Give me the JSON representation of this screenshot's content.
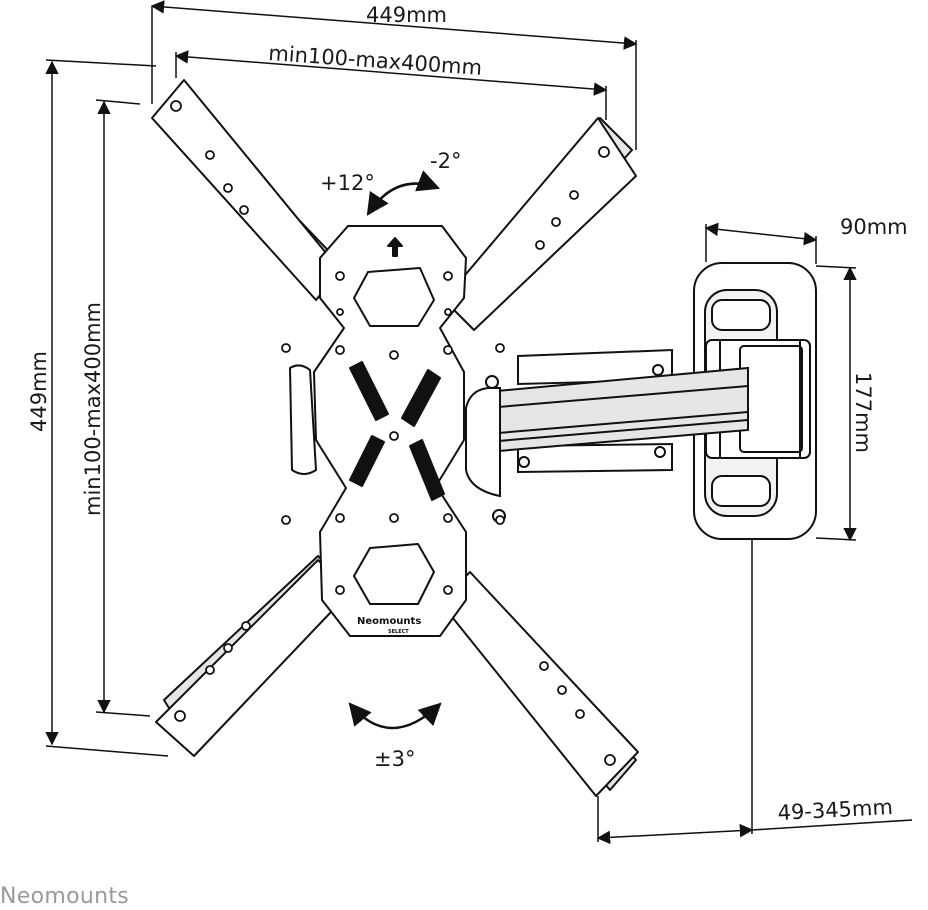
{
  "dimensions": {
    "overall_width": "449mm",
    "vesa_width": "min100-max400mm",
    "overall_height": "449mm",
    "vesa_height": "min100-max400mm",
    "wall_plate_depth": "90mm",
    "wall_plate_height": "177mm",
    "wall_distance": "49-345mm"
  },
  "angles": {
    "tilt_up": "+12°",
    "tilt_down": "-2°",
    "rotation": "±3°"
  },
  "plate_label": {
    "brand": "Neomounts",
    "sub": "SELECT"
  },
  "brand_footer": "Neomounts",
  "colors": {
    "line": "#111111",
    "fill": "#ffffff",
    "shade": "#e6e6e6",
    "brand_gray": "#9a9a9a"
  }
}
